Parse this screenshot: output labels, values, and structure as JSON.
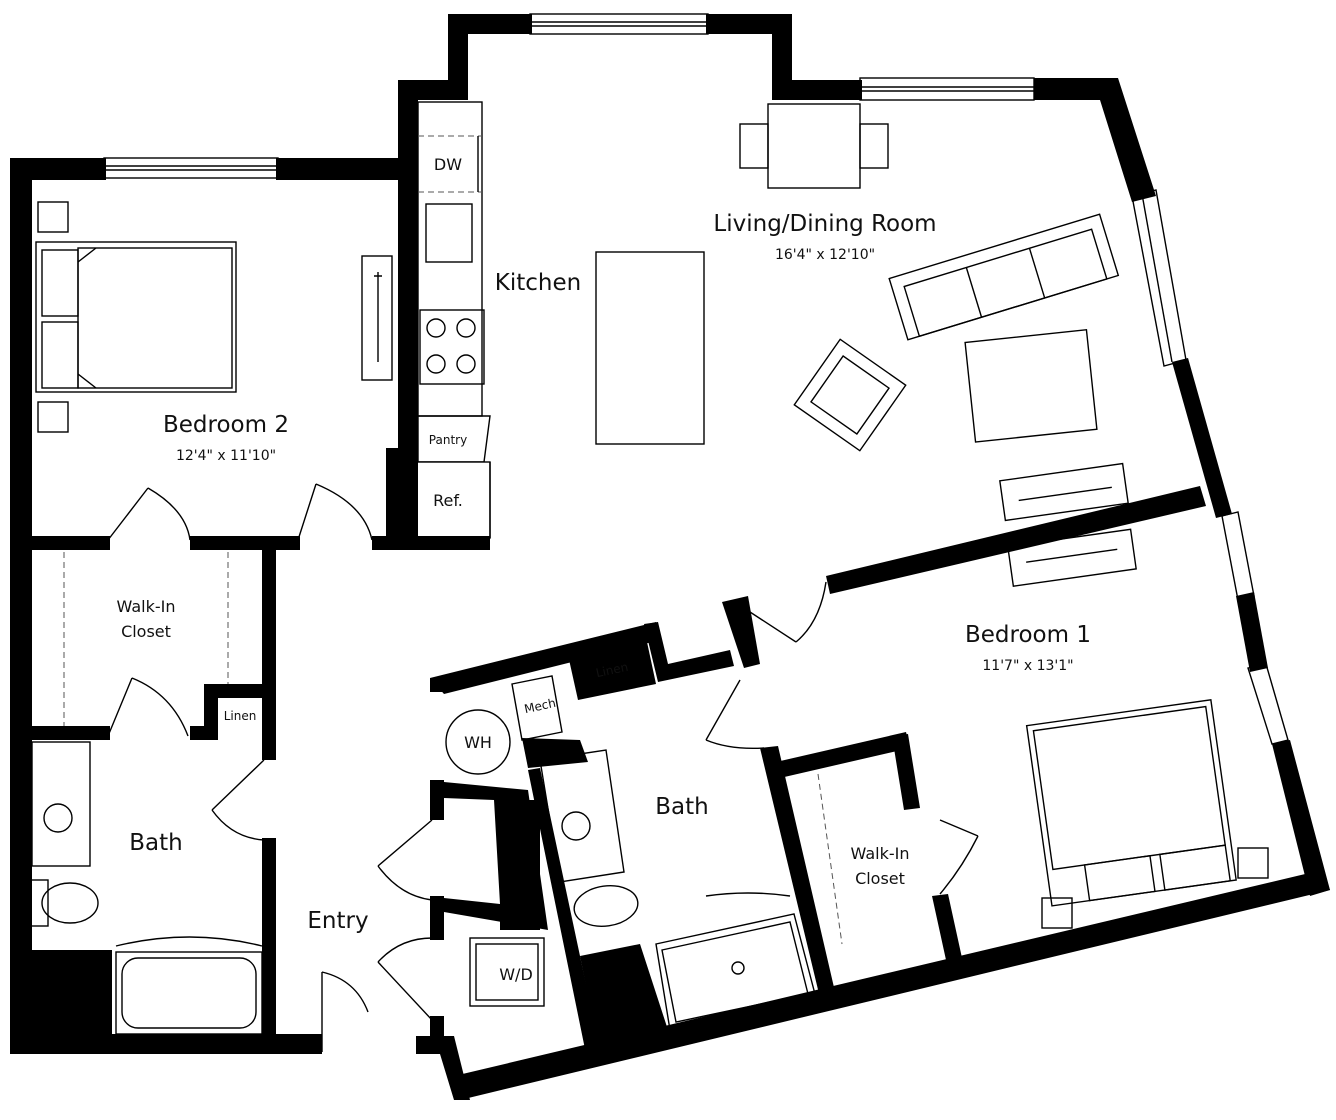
{
  "rooms": {
    "living": {
      "name": "Living/Dining Room",
      "dims": "16'4\" x 12'10\""
    },
    "kitchen": {
      "name": "Kitchen"
    },
    "bedroom2": {
      "name": "Bedroom 2",
      "dims": "12'4\" x 11'10\""
    },
    "bedroom1": {
      "name": "Bedroom 1",
      "dims": "11'7\" x 13'1\""
    },
    "closet2": {
      "name_line1": "Walk-In",
      "name_line2": "Closet"
    },
    "closet1": {
      "name_line1": "Walk-In",
      "name_line2": "Closet"
    },
    "bath2": {
      "name": "Bath"
    },
    "bath1": {
      "name": "Bath"
    },
    "entry": {
      "name": "Entry"
    }
  },
  "fixtures": {
    "dishwasher": "DW",
    "pantry": "Pantry",
    "refrigerator": "Ref.",
    "linen_left": "Linen",
    "linen_center": "Linen",
    "mechanical": "Mech",
    "water_heater": "WH",
    "washer_dryer": "W/D"
  }
}
